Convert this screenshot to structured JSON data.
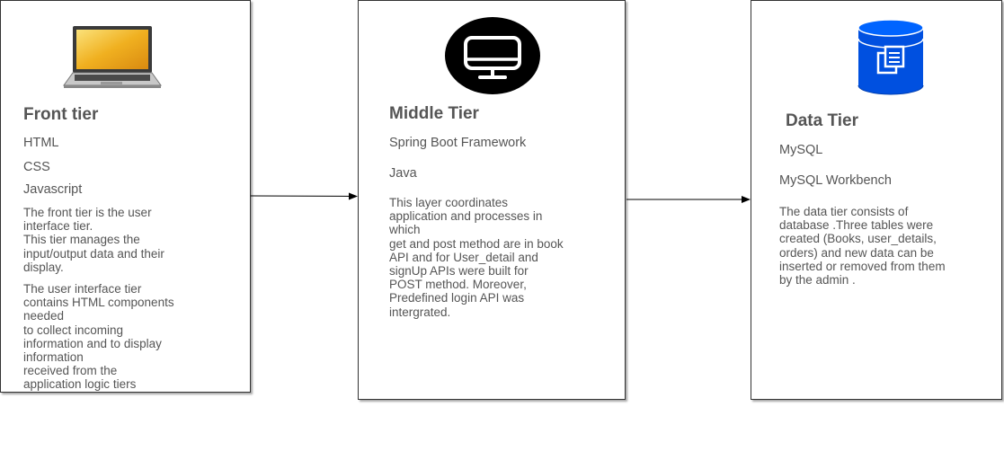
{
  "front": {
    "icon": "laptop-icon",
    "title": "Front tier",
    "items": [
      "HTML",
      "CSS",
      "Javascript"
    ],
    "para1": "The front tier is the user\ninterface tier.\nThis tier manages the\ninput/output data and their\ndisplay.",
    "para2": "The user interface tier\ncontains HTML components\nneeded\nto collect incoming\ninformation and to display\ninformation\nreceived from the\napplication logic tiers"
  },
  "middle": {
    "icon": "monitor-icon",
    "title": "Middle Tier",
    "items": [
      "Spring Boot Framework",
      "Java"
    ],
    "para": "This layer coordinates\napplication and processes in\nwhich\nget and post method are in book\nAPI and for User_detail and\nsignUp APIs were built for\nPOST method. Moreover,\nPredefined login API was\nintergrated."
  },
  "data_tier": {
    "icon": "database-icon",
    "title": "Data Tier",
    "items": [
      "MySQL",
      "MySQL Workbench"
    ],
    "para": "The data tier consists of\ndatabase .Three tables were\ncreated (Books, user_details,\norders)  and new data can be\ninserted or removed from them\nby the admin ."
  },
  "colors": {
    "text": "#555555",
    "border": "#333333",
    "monitor_circle": "#000000",
    "database": "#0050e0"
  }
}
